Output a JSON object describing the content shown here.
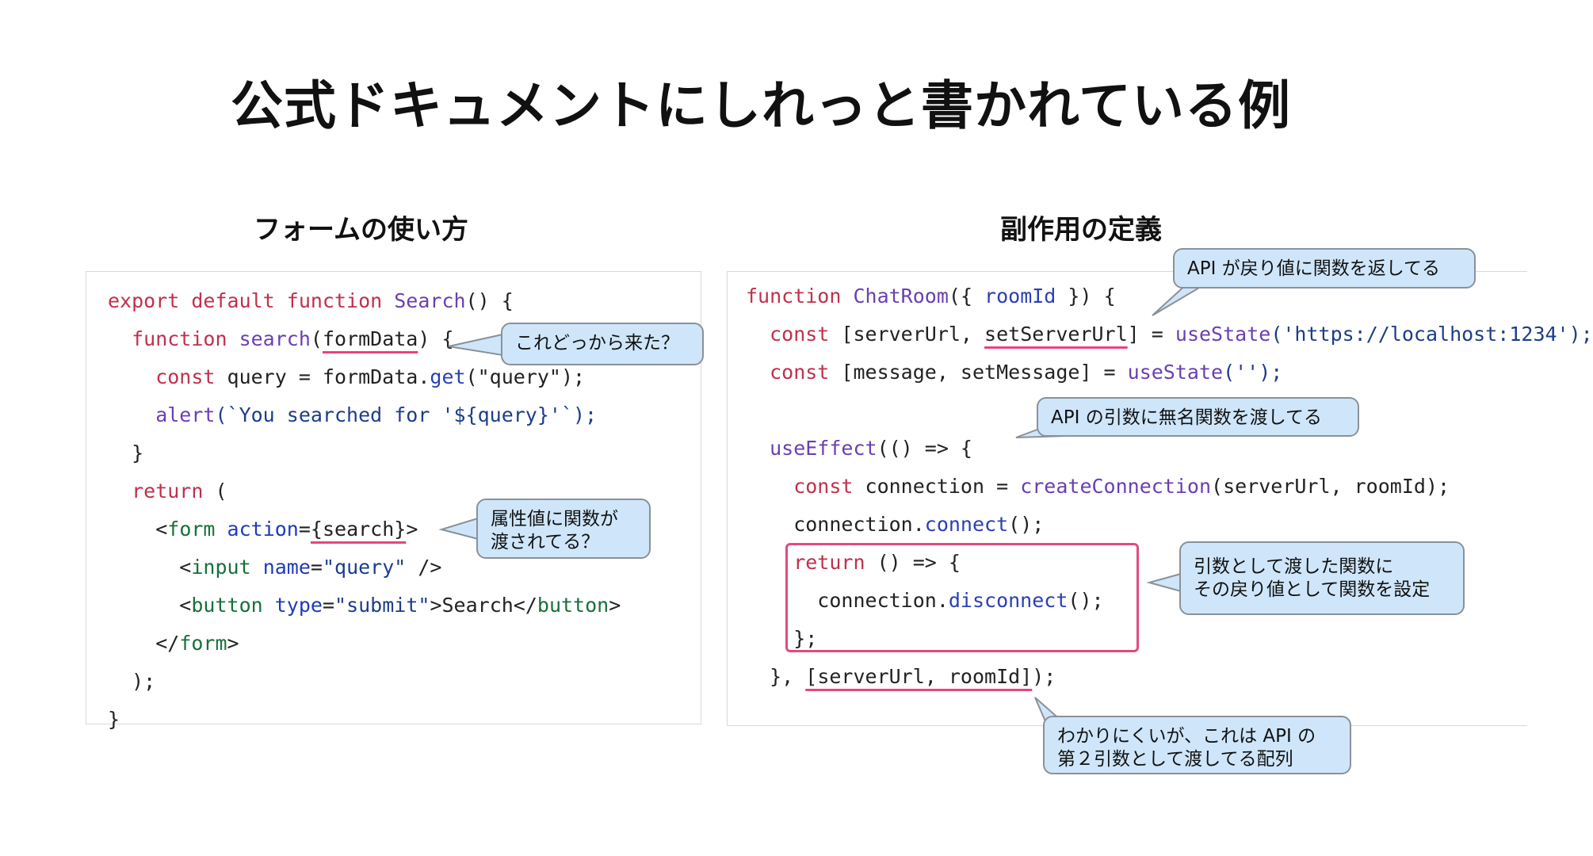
{
  "title": "公式ドキュメントにしれっと書かれている例",
  "left": {
    "heading": "フォームの使い方",
    "code": [
      [
        {
          "t": "export default function ",
          "c": "kw"
        },
        {
          "t": "Search",
          "c": "fn"
        },
        {
          "t": "() {",
          "c": "pl"
        }
      ],
      [
        {
          "t": "  function ",
          "c": "kw"
        },
        {
          "t": "search",
          "c": "fn"
        },
        {
          "t": "(",
          "c": "pl"
        },
        {
          "t": "formData",
          "c": "pl",
          "u": true
        },
        {
          "t": ") {",
          "c": "pl"
        }
      ],
      [
        {
          "t": "    const ",
          "c": "kw"
        },
        {
          "t": "query = formData.",
          "c": "pl"
        },
        {
          "t": "get",
          "c": "nm"
        },
        {
          "t": "(\"query\");",
          "c": "pl"
        }
      ],
      [
        {
          "t": "    alert",
          "c": "fn"
        },
        {
          "t": "(`You searched for '${query}'`);",
          "c": "str"
        }
      ],
      [
        {
          "t": "  }",
          "c": "pl"
        }
      ],
      [
        {
          "t": "  return",
          "c": "kw"
        },
        {
          "t": " (",
          "c": "pl"
        }
      ],
      [
        {
          "t": "    <",
          "c": "pl"
        },
        {
          "t": "form",
          "c": "tag"
        },
        {
          "t": " ",
          "c": "pl"
        },
        {
          "t": "action",
          "c": "attr"
        },
        {
          "t": "=",
          "c": "pl"
        },
        {
          "t": "{search}",
          "c": "pl",
          "u": true
        },
        {
          "t": ">",
          "c": "pl"
        }
      ],
      [
        {
          "t": "      <",
          "c": "pl"
        },
        {
          "t": "input",
          "c": "tag"
        },
        {
          "t": " ",
          "c": "pl"
        },
        {
          "t": "name",
          "c": "attr"
        },
        {
          "t": "=",
          "c": "pl"
        },
        {
          "t": "\"query\"",
          "c": "str"
        },
        {
          "t": " />",
          "c": "pl"
        }
      ],
      [
        {
          "t": "      <",
          "c": "pl"
        },
        {
          "t": "button",
          "c": "tag"
        },
        {
          "t": " ",
          "c": "pl"
        },
        {
          "t": "type",
          "c": "attr"
        },
        {
          "t": "=",
          "c": "pl"
        },
        {
          "t": "\"submit\"",
          "c": "str"
        },
        {
          "t": ">Search</",
          "c": "pl"
        },
        {
          "t": "button",
          "c": "tag"
        },
        {
          "t": ">",
          "c": "pl"
        }
      ],
      [
        {
          "t": "    </",
          "c": "pl"
        },
        {
          "t": "form",
          "c": "tag"
        },
        {
          "t": ">",
          "c": "pl"
        }
      ],
      [
        {
          "t": "  );",
          "c": "pl"
        }
      ],
      [
        {
          "t": "}",
          "c": "pl"
        }
      ]
    ],
    "callouts": {
      "where_from": [
        "これどっから来た？"
      ],
      "func_as_attr": [
        "属性値に関数が",
        "渡されてる？"
      ]
    }
  },
  "right": {
    "heading": "副作用の定義",
    "code": [
      [
        {
          "t": "function ",
          "c": "kw"
        },
        {
          "t": "ChatRoom",
          "c": "fn"
        },
        {
          "t": "({ ",
          "c": "pl"
        },
        {
          "t": "roomId",
          "c": "nm"
        },
        {
          "t": " }) {",
          "c": "pl"
        }
      ],
      [
        {
          "t": "  const ",
          "c": "kw"
        },
        {
          "t": "[serverUrl, ",
          "c": "pl"
        },
        {
          "t": "setServerUrl",
          "c": "pl",
          "u": true
        },
        {
          "t": "] = ",
          "c": "pl"
        },
        {
          "t": "useState",
          "c": "fn"
        },
        {
          "t": "('https://localhost:1234');",
          "c": "str"
        }
      ],
      [
        {
          "t": "  const ",
          "c": "kw"
        },
        {
          "t": "[message, setMessage] = ",
          "c": "pl"
        },
        {
          "t": "useState",
          "c": "fn"
        },
        {
          "t": "('');",
          "c": "str"
        }
      ],
      [],
      [
        {
          "t": "  useEffect",
          "c": "fn"
        },
        {
          "t": "(() => {",
          "c": "pl"
        }
      ],
      [
        {
          "t": "    const ",
          "c": "kw"
        },
        {
          "t": "connection = ",
          "c": "pl"
        },
        {
          "t": "createConnection",
          "c": "fn"
        },
        {
          "t": "(serverUrl, roomId);",
          "c": "pl"
        }
      ],
      [
        {
          "t": "    connection.",
          "c": "pl"
        },
        {
          "t": "connect",
          "c": "nm"
        },
        {
          "t": "();",
          "c": "pl"
        }
      ],
      [
        {
          "t": "    return",
          "c": "kw"
        },
        {
          "t": " () => {",
          "c": "pl"
        }
      ],
      [
        {
          "t": "      connection.",
          "c": "pl"
        },
        {
          "t": "disconnect",
          "c": "nm"
        },
        {
          "t": "();",
          "c": "pl"
        }
      ],
      [
        {
          "t": "    };",
          "c": "pl"
        }
      ],
      [
        {
          "t": "  }, ",
          "c": "pl"
        },
        {
          "t": "[serverUrl, roomId]",
          "c": "pl",
          "u": true
        },
        {
          "t": ");",
          "c": "pl"
        }
      ]
    ],
    "callouts": {
      "returns_func": [
        "API が戻り値に関数を返してる"
      ],
      "anon_arg": [
        "API の引数に無名関数を渡してる"
      ],
      "cleanup": [
        "引数として渡した関数に",
        "その戻り値として関数を設定"
      ],
      "deps": [
        "わかりにくいが、これは API の",
        "第２引数として渡してる配列"
      ]
    }
  },
  "colors": {
    "keyword": "#c0304d",
    "function_name": "#6a3fb2",
    "member": "#2b3fb5",
    "string": "#1d3d8a",
    "tag": "#16703a",
    "underline": "#e8457c",
    "callout_fill": "#cfe6fa"
  }
}
